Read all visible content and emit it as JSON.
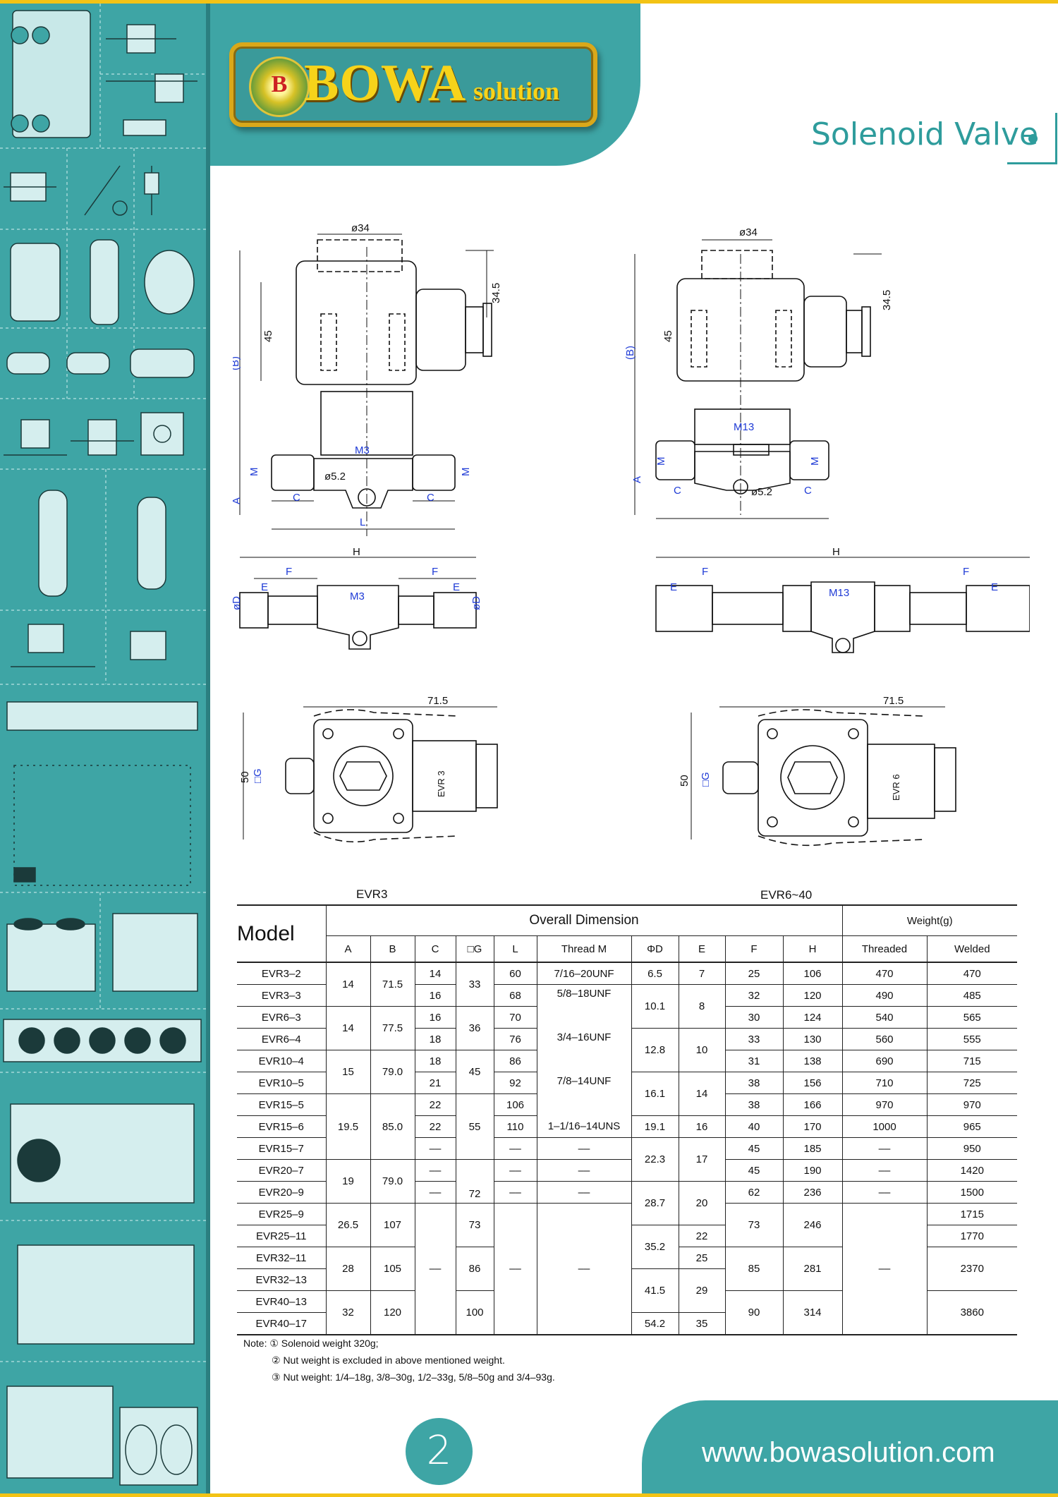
{
  "brand": {
    "emblem_letter": "B",
    "logo_main": "BOWA",
    "logo_sub": "solution"
  },
  "header": {
    "section_title": "Solenoid Valve"
  },
  "colors": {
    "teal": "#3ea5a5",
    "gold": "#f3c315",
    "dimension_blue": "#1f3bd6"
  },
  "drawings": {
    "left_caption": "EVR3",
    "right_caption": "EVR6~40",
    "labels": {
      "dia34": "ø34",
      "dim34_5": "34.5",
      "dim45": "45",
      "dimB": "(B)",
      "dimA": "A",
      "dimM": "M",
      "dimC": "C",
      "dimL": "L",
      "dia5_2": "ø5.2",
      "m3": "M3",
      "m13": "M13",
      "dimH": "H",
      "dimF": "F",
      "dimE": "E",
      "diaD": "øD",
      "dim71_5": "71.5",
      "dim50": "50",
      "sqG": "□G",
      "evr3_plate": "EVR 3",
      "evr6_plate": "EVR 6"
    }
  },
  "table": {
    "model_header": "Model",
    "overall_header": "Overall Dimension",
    "weight_header": "Weight(g)",
    "columns": [
      "A",
      "B",
      "C",
      "□G",
      "L",
      "Thread M",
      "ΦD",
      "E",
      "F",
      "H",
      "Threaded",
      "Welded"
    ],
    "models": [
      "EVR3–2",
      "EVR3–3",
      "EVR6–3",
      "EVR6–4",
      "EVR10–4",
      "EVR10–5",
      "EVR15–5",
      "EVR15–6",
      "EVR15–7",
      "EVR20–7",
      "EVR20–9",
      "EVR25–9",
      "EVR25–11",
      "EVR32–11",
      "EVR32–13",
      "EVR40–13",
      "EVR40–17"
    ],
    "A": [
      "14",
      "14",
      "15",
      "19.5",
      "19",
      "26.5",
      "28",
      "32"
    ],
    "B": [
      "71.5",
      "77.5",
      "79.0",
      "85.0",
      "79.0",
      "107",
      "105",
      "120"
    ],
    "C": [
      "14",
      "16",
      "16",
      "18",
      "18",
      "21",
      "22",
      "22",
      "––",
      "––",
      "––",
      "––"
    ],
    "G": [
      "33",
      "36",
      "45",
      "55",
      "72",
      "73",
      "86",
      "100"
    ],
    "L": [
      "60",
      "68",
      "70",
      "76",
      "86",
      "92",
      "106",
      "110",
      "––",
      "––",
      "––",
      "––"
    ],
    "thread": [
      "7/16–20UNF",
      "5/8–18UNF",
      "3/4–16UNF",
      "7/8–14UNF",
      "1–1/16–14UNS",
      "––",
      "––",
      "––",
      "––"
    ],
    "D": [
      "6.5",
      "10.1",
      "12.8",
      "16.1",
      "19.1",
      "22.3",
      "28.7",
      "35.2",
      "41.5",
      "54.2"
    ],
    "E": [
      "7",
      "8",
      "10",
      "14",
      "16",
      "17",
      "20",
      "22",
      "25",
      "29",
      "35"
    ],
    "F": [
      "25",
      "32",
      "30",
      "33",
      "31",
      "38",
      "38",
      "40",
      "45",
      "45",
      "62",
      "73",
      "85",
      "90"
    ],
    "H": [
      "106",
      "120",
      "124",
      "130",
      "138",
      "156",
      "166",
      "170",
      "185",
      "190",
      "236",
      "246",
      "281",
      "314"
    ],
    "threaded": [
      "470",
      "490",
      "540",
      "560",
      "690",
      "710",
      "970",
      "1000",
      "––",
      "––",
      "––",
      "––"
    ],
    "welded": [
      "470",
      "485",
      "565",
      "555",
      "715",
      "725",
      "970",
      "965",
      "950",
      "1420",
      "1500",
      "1715",
      "1770",
      "2370",
      "3860"
    ]
  },
  "notes": [
    "Note: ① Solenoid weight 320g;",
    "② Nut weight is excluded in above mentioned weight.",
    "③ Nut weight: 1/4–18g, 3/8–30g, 1/2–33g, 5/8–50g and 3/4–93g."
  ],
  "footer": {
    "page_number": "2",
    "url": "www.bowasolution.com"
  }
}
